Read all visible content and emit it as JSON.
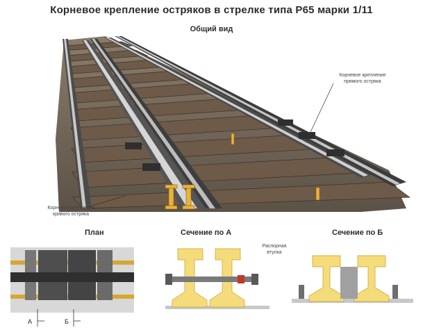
{
  "title": "Корневое крепление остряков в стрелке типа Р65 марки 1/11",
  "subtitle": "Общий вид",
  "callouts": {
    "straight_line1": "Корневое крепление",
    "straight_line2": "прямого остряка",
    "curved_line1": "Корневое крепление",
    "curved_line2": "кривого остряка"
  },
  "sections": {
    "plan": "План",
    "section_a": "Сечение по А",
    "section_b": "Сечение по Б"
  },
  "section_a_note_line1": "Распорная",
  "section_a_note_line2": "втулка",
  "plan_markers": {
    "a": "А",
    "b": "Б"
  },
  "colors": {
    "rail_highlight": "#e8b43a",
    "rail_section": "#f5dc7a",
    "background": "#ffffff"
  }
}
